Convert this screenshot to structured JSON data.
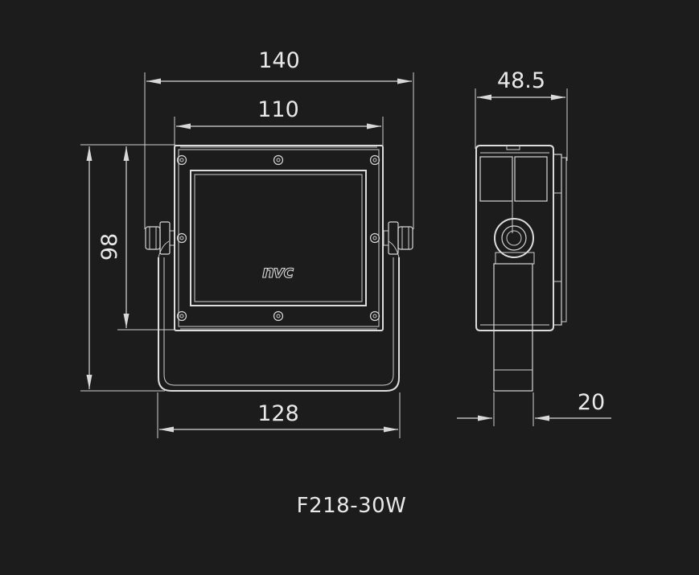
{
  "diagram": {
    "model": "F218-30W",
    "brand": "nvc",
    "dimensions": {
      "total_width": "140",
      "body_width": "110",
      "bracket_width": "128",
      "height": "98",
      "depth": "48.5",
      "bracket_depth": "20"
    }
  },
  "colors": {
    "background": "#1c1c1c",
    "line": "#d8d8d8",
    "text": "#e9e9e9"
  }
}
